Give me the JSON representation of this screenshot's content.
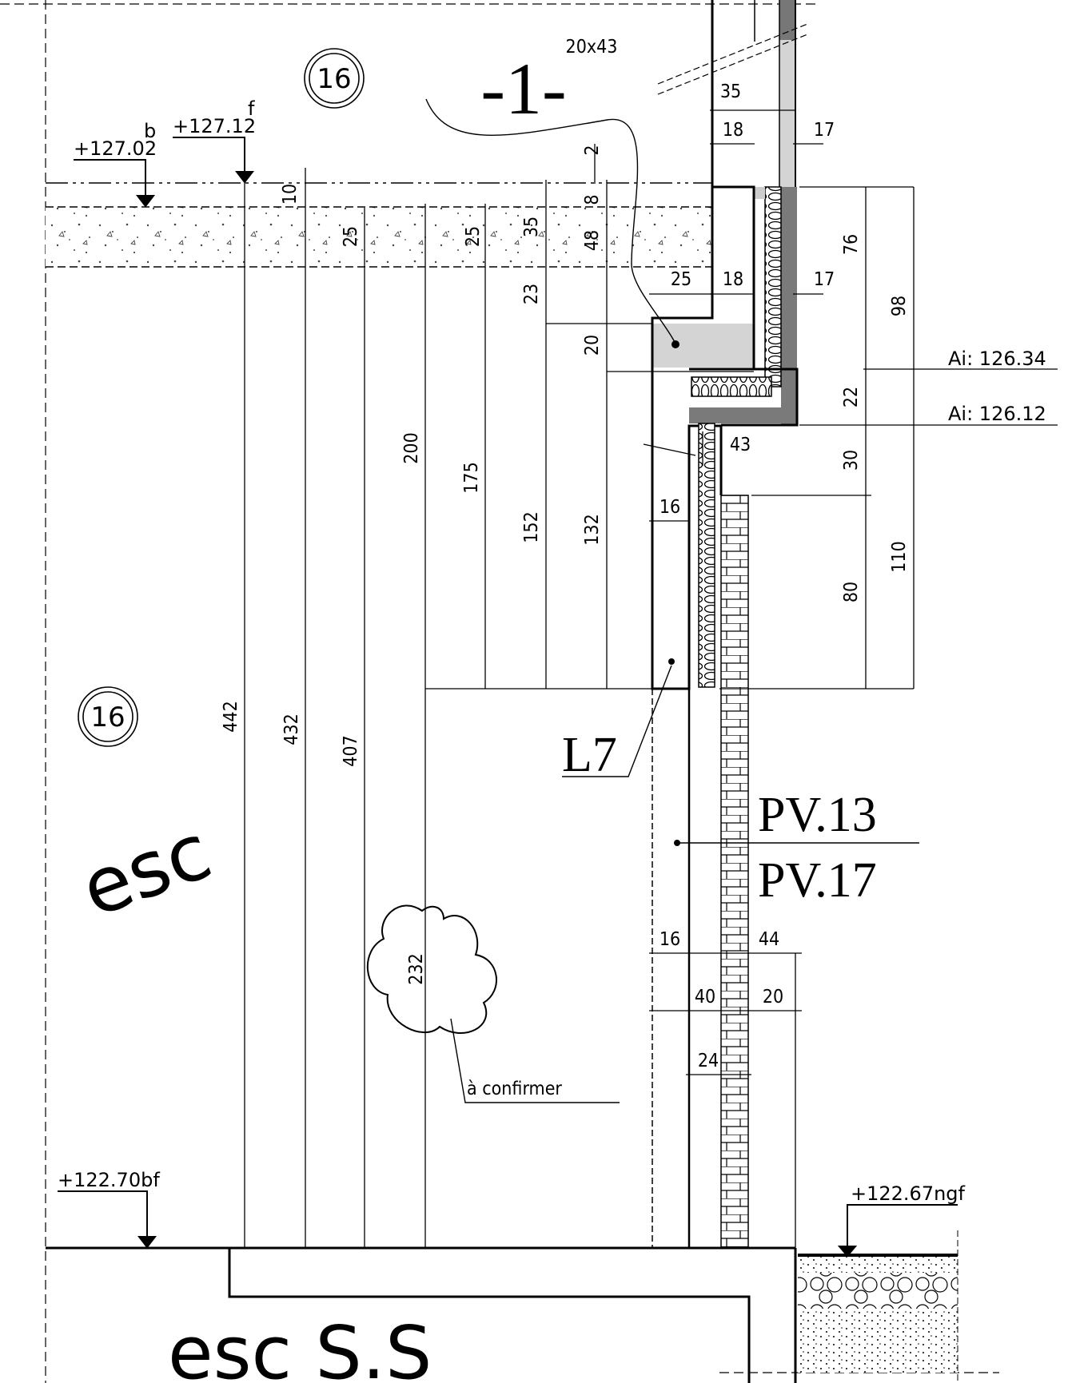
{
  "detail": {
    "number": "-1-",
    "scale_note": "20x43"
  },
  "grid_marks": [
    "16",
    "16"
  ],
  "levels": {
    "top_b": "+127.02",
    "top_b_suffix": "b",
    "top_f": "+127.12",
    "top_f_suffix": "f",
    "ai_upper": "Ai: 126.34",
    "ai_lower": "Ai: 126.12",
    "bottom_left": "+122.70bf",
    "bottom_right": "+122.67ngf"
  },
  "dimensions": {
    "h_35": "35",
    "h_18a": "18",
    "h_17a": "17",
    "h_25": "25",
    "h_18b": "18",
    "h_17b": "17",
    "h_43": "43",
    "h_16a": "16",
    "h_16b": "16",
    "h_44": "44",
    "h_40": "40",
    "h_20": "20",
    "h_24": "24",
    "v_2": "2",
    "v_8": "8",
    "v_10": "10",
    "v_25a": "25",
    "v_25b": "25",
    "v_35": "35",
    "v_48": "48",
    "v_23": "23",
    "v_20": "20",
    "v_76": "76",
    "v_98": "98",
    "v_22": "22",
    "v_30": "30",
    "v_110": "110",
    "v_80": "80",
    "v_200": "200",
    "v_175": "175",
    "v_152": "152",
    "v_132": "132",
    "v_442": "442",
    "v_432": "432",
    "v_407": "407",
    "v_232": "232"
  },
  "labels": {
    "lintel": "L7",
    "pv_upper": "PV.13",
    "pv_lower": "PV.17",
    "cloud_note": "à confirmer",
    "room": "esc",
    "room_below": "esc S.S"
  }
}
